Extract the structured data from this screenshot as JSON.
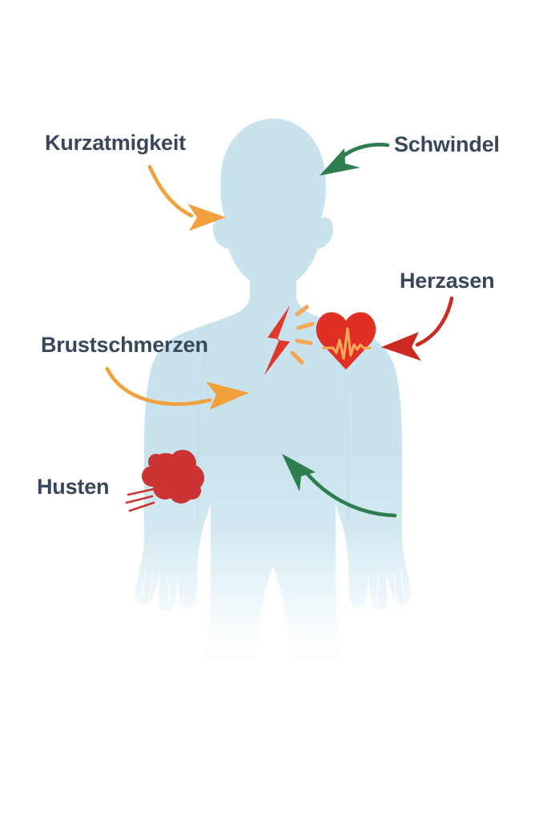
{
  "diagram": {
    "title": "Symptome - Koerpersilhouette mit Beschriftungen",
    "background_color": "#ffffff",
    "body_color": "#c8e3ee",
    "label_color": "#38485a"
  },
  "labels": [
    {
      "id": "kurzatmigkeit",
      "text": "Kurzatmigkeit",
      "arrow_color": "#f2a03c",
      "arrow_name": "orange-curved-arrow-to-head"
    },
    {
      "id": "schwindel",
      "text": "Schwindel",
      "arrow_color": "#2e7d4f",
      "arrow_name": "green-curved-arrow-to-head"
    },
    {
      "id": "herzasen",
      "text": "Herzasen",
      "arrow_color": "#cc2a20",
      "arrow_name": "red-curved-arrow-to-heart"
    },
    {
      "id": "brustschmerzen",
      "text": "Brustschmerzen",
      "arrow_color": "#f2a03c",
      "arrow_name": "orange-curved-arrow-to-chest"
    },
    {
      "id": "husten",
      "text": "Husten",
      "arrow_color": "#cc3333",
      "arrow_name": "cough-motion-lines"
    }
  ],
  "unlabeled_arrows": [
    {
      "id": "abdomen-arrow",
      "color": "#2e7d4f",
      "name": "green-curved-arrow-to-abdomen"
    }
  ],
  "icons": [
    {
      "id": "lightning",
      "name": "lightning-bolt-icon",
      "color": "#e0392c",
      "ray_color": "#f5a855"
    },
    {
      "id": "heart",
      "name": "heart-ecg-icon",
      "color": "#e03025",
      "ecg_color": "#f5a855"
    },
    {
      "id": "cough",
      "name": "cough-cloud-icon",
      "color": "#cc3333"
    }
  ],
  "colors": {
    "orange": "#f2a03c",
    "green": "#2e7d4f",
    "red": "#cc2a20",
    "heart_red": "#e03025",
    "ecg_orange": "#f5a855",
    "cough_red": "#cc3333",
    "body_blue": "#c8e3ee",
    "text_slate": "#38485a"
  }
}
